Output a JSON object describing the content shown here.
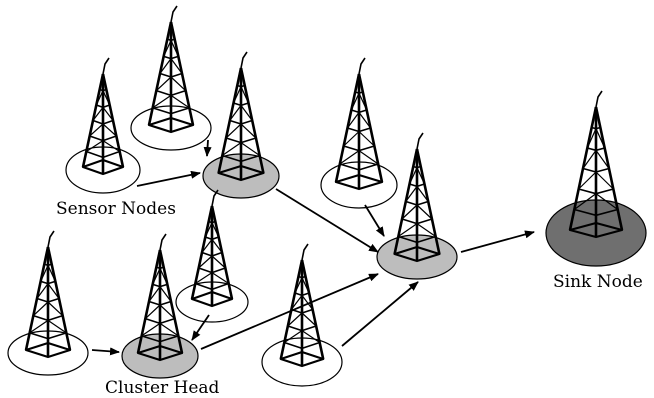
{
  "labels": {
    "sensor_nodes": "Sensor Nodes",
    "cluster_head": "Cluster Head",
    "sink_node": "Sink Node"
  },
  "colors": {
    "stroke": "#000000",
    "sensor_disc": "#ffffff",
    "cluster_disc": "#bdbdbd",
    "sink_disc": "#6f6f6f"
  },
  "nodes": [
    {
      "id": "s-top-left",
      "role": "sensor"
    },
    {
      "id": "s-top-center",
      "role": "sensor"
    },
    {
      "id": "ch-upper",
      "role": "cluster-head"
    },
    {
      "id": "s-upper-right",
      "role": "sensor"
    },
    {
      "id": "ch-middle",
      "role": "cluster-head"
    },
    {
      "id": "sink",
      "role": "sink"
    },
    {
      "id": "s-lower-left",
      "role": "sensor"
    },
    {
      "id": "s-mid-left",
      "role": "sensor"
    },
    {
      "id": "ch-lower",
      "role": "cluster-head"
    },
    {
      "id": "s-lower-center",
      "role": "sensor"
    }
  ],
  "links": [
    {
      "from": "s-top-left",
      "to": "ch-upper"
    },
    {
      "from": "s-top-center",
      "to": "ch-upper"
    },
    {
      "from": "ch-upper",
      "to": "ch-middle"
    },
    {
      "from": "s-upper-right",
      "to": "ch-middle"
    },
    {
      "from": "ch-middle",
      "to": "sink"
    },
    {
      "from": "s-lower-left",
      "to": "ch-lower"
    },
    {
      "from": "s-mid-left",
      "to": "ch-lower"
    },
    {
      "from": "ch-lower",
      "to": "ch-middle"
    },
    {
      "from": "s-lower-center",
      "to": "ch-middle"
    }
  ]
}
